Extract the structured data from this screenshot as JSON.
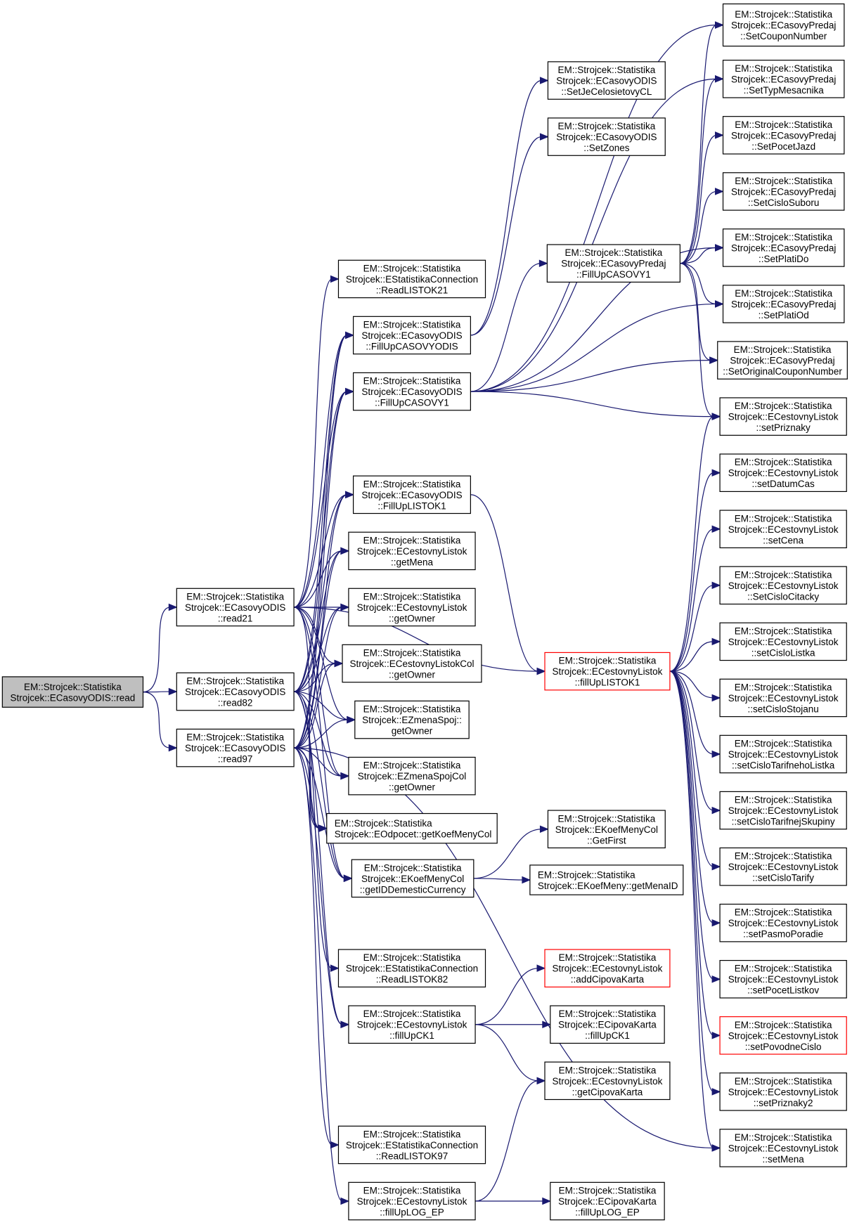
{
  "graph": {
    "type": "call-graph",
    "edge_color": "#191970",
    "highlight_border_color": "#ff0000",
    "root_fill_color": "#bfbfbf",
    "nodes": [
      {
        "id": "read",
        "lines": [
          "EM::Strojcek::Statistika",
          "Strojcek::ECasovyODIS::read"
        ],
        "style": "root"
      },
      {
        "id": "read21",
        "lines": [
          "EM::Strojcek::Statistika",
          "Strojcek::ECasovyODIS",
          "::read21"
        ]
      },
      {
        "id": "read82",
        "lines": [
          "EM::Strojcek::Statistika",
          "Strojcek::ECasovyODIS",
          "::read82"
        ]
      },
      {
        "id": "read97",
        "lines": [
          "EM::Strojcek::Statistika",
          "Strojcek::ECasovyODIS",
          "::read97"
        ]
      },
      {
        "id": "ReadLISTOK21",
        "lines": [
          "EM::Strojcek::Statistika",
          "Strojcek::EStatistikaConnection",
          "::ReadLISTOK21"
        ]
      },
      {
        "id": "FillUpCASOVYODIS",
        "lines": [
          "EM::Strojcek::Statistika",
          "Strojcek::ECasovyODIS",
          "::FillUpCASOVYODIS"
        ]
      },
      {
        "id": "FillUpCASOVY1_odis",
        "lines": [
          "EM::Strojcek::Statistika",
          "Strojcek::ECasovyODIS",
          "::FillUpCASOVY1"
        ]
      },
      {
        "id": "FillUpLISTOK1",
        "lines": [
          "EM::Strojcek::Statistika",
          "Strojcek::ECasovyODIS",
          "::FillUpLISTOK1"
        ]
      },
      {
        "id": "getMena",
        "lines": [
          "EM::Strojcek::Statistika",
          "Strojcek::ECestovnyListok",
          "::getMena"
        ]
      },
      {
        "id": "getOwner_cl",
        "lines": [
          "EM::Strojcek::Statistika",
          "Strojcek::ECestovnyListok",
          "::getOwner"
        ]
      },
      {
        "id": "getOwner_clcol",
        "lines": [
          "EM::Strojcek::Statistika",
          "Strojcek::ECestovnyListokCol",
          "::getOwner"
        ]
      },
      {
        "id": "getOwner_zs",
        "lines": [
          "EM::Strojcek::Statistika",
          "Strojcek::EZmenaSpoj::",
          "getOwner"
        ]
      },
      {
        "id": "getOwner_zscol",
        "lines": [
          "EM::Strojcek::Statistika",
          "Strojcek::EZmenaSpojCol",
          "::getOwner"
        ]
      },
      {
        "id": "getKoefMenyCol",
        "lines": [
          "EM::Strojcek::Statistika",
          "Strojcek::EOdpocet::getKoefMenyCol"
        ],
        "align": "left"
      },
      {
        "id": "getIDDemesticCurrency",
        "lines": [
          "EM::Strojcek::Statistika",
          "Strojcek::EKoefMenyCol",
          "::getIDDemesticCurrency"
        ]
      },
      {
        "id": "ReadLISTOK82",
        "lines": [
          "EM::Strojcek::Statistika",
          "Strojcek::EStatistikaConnection",
          "::ReadLISTOK82"
        ]
      },
      {
        "id": "fillUpCK1_cl",
        "lines": [
          "EM::Strojcek::Statistika",
          "Strojcek::ECestovnyListok",
          "::fillUpCK1"
        ]
      },
      {
        "id": "ReadLISTOK97",
        "lines": [
          "EM::Strojcek::Statistika",
          "Strojcek::EStatistikaConnection",
          "::ReadLISTOK97"
        ]
      },
      {
        "id": "fillUpLOG_EP_cl",
        "lines": [
          "EM::Strojcek::Statistika",
          "Strojcek::ECestovnyListok",
          "::fillUpLOG_EP"
        ]
      },
      {
        "id": "SetJeCelosietovyCL",
        "lines": [
          "EM::Strojcek::Statistika",
          "Strojcek::ECasovyODIS",
          "::SetJeCelosietovyCL"
        ]
      },
      {
        "id": "SetZones",
        "lines": [
          "EM::Strojcek::Statistika",
          "Strojcek::ECasovyODIS",
          "::SetZones"
        ]
      },
      {
        "id": "FillUpCASOVY1_predaj",
        "lines": [
          "EM::Strojcek::Statistika",
          "Strojcek::ECasovyPredaj",
          "::FillUpCASOVY1"
        ]
      },
      {
        "id": "fillUpLISTOK1",
        "lines": [
          "EM::Strojcek::Statistika",
          "Strojcek::ECestovnyListok",
          "::fillUpLISTOK1"
        ],
        "style": "red"
      },
      {
        "id": "GetFirst",
        "lines": [
          "EM::Strojcek::Statistika",
          "Strojcek::EKoefMenyCol",
          "::GetFirst"
        ]
      },
      {
        "id": "getMenaID",
        "lines": [
          "EM::Strojcek::Statistika",
          "Strojcek::EKoefMeny::getMenaID"
        ],
        "align": "left"
      },
      {
        "id": "addCipovaKarta",
        "lines": [
          "EM::Strojcek::Statistika",
          "Strojcek::ECestovnyListok",
          "::addCipovaKarta"
        ],
        "style": "red"
      },
      {
        "id": "fillUpCK1_ck",
        "lines": [
          "EM::Strojcek::Statistika",
          "Strojcek::ECipovaKarta",
          "::fillUpCK1"
        ]
      },
      {
        "id": "getCipovaKarta",
        "lines": [
          "EM::Strojcek::Statistika",
          "Strojcek::ECestovnyListok",
          "::getCipovaKarta"
        ]
      },
      {
        "id": "fillUpLOG_EP_ck",
        "lines": [
          "EM::Strojcek::Statistika",
          "Strojcek::ECipovaKarta",
          "::fillUpLOG_EP"
        ]
      },
      {
        "id": "SetCouponNumber",
        "lines": [
          "EM::Strojcek::Statistika",
          "Strojcek::ECasovyPredaj",
          "::SetCouponNumber"
        ]
      },
      {
        "id": "SetTypMesacnika",
        "lines": [
          "EM::Strojcek::Statistika",
          "Strojcek::ECasovyPredaj",
          "::SetTypMesacnika"
        ]
      },
      {
        "id": "SetPocetJazd",
        "lines": [
          "EM::Strojcek::Statistika",
          "Strojcek::ECasovyPredaj",
          "::SetPocetJazd"
        ]
      },
      {
        "id": "SetCisloSuboru",
        "lines": [
          "EM::Strojcek::Statistika",
          "Strojcek::ECasovyPredaj",
          "::SetCisloSuboru"
        ]
      },
      {
        "id": "SetPlatiDo",
        "lines": [
          "EM::Strojcek::Statistika",
          "Strojcek::ECasovyPredaj",
          "::SetPlatiDo"
        ]
      },
      {
        "id": "SetPlatiOd",
        "lines": [
          "EM::Strojcek::Statistika",
          "Strojcek::ECasovyPredaj",
          "::SetPlatiOd"
        ]
      },
      {
        "id": "SetOriginalCouponNumber",
        "lines": [
          "EM::Strojcek::Statistika",
          "Strojcek::ECasovyPredaj",
          "::SetOriginalCouponNumber"
        ]
      },
      {
        "id": "setPriznaky",
        "lines": [
          "EM::Strojcek::Statistika",
          "Strojcek::ECestovnyListok",
          "::setPriznaky"
        ]
      },
      {
        "id": "setDatumCas",
        "lines": [
          "EM::Strojcek::Statistika",
          "Strojcek::ECestovnyListok",
          "::setDatumCas"
        ]
      },
      {
        "id": "setCena",
        "lines": [
          "EM::Strojcek::Statistika",
          "Strojcek::ECestovnyListok",
          "::setCena"
        ]
      },
      {
        "id": "SetCisloCitacky",
        "lines": [
          "EM::Strojcek::Statistika",
          "Strojcek::ECestovnyListok",
          "::SetCisloCitacky"
        ]
      },
      {
        "id": "setCisloListka",
        "lines": [
          "EM::Strojcek::Statistika",
          "Strojcek::ECestovnyListok",
          "::setCisloListka"
        ]
      },
      {
        "id": "setCisloStojanu",
        "lines": [
          "EM::Strojcek::Statistika",
          "Strojcek::ECestovnyListok",
          "::setCisloStojanu"
        ]
      },
      {
        "id": "setCisloTarifnehoListka",
        "lines": [
          "EM::Strojcek::Statistika",
          "Strojcek::ECestovnyListok",
          "::setCisloTarifnehoListka"
        ]
      },
      {
        "id": "setCisloTarifnejSkupiny",
        "lines": [
          "EM::Strojcek::Statistika",
          "Strojcek::ECestovnyListok",
          "::setCisloTarifnejSkupiny"
        ]
      },
      {
        "id": "setCisloTarify",
        "lines": [
          "EM::Strojcek::Statistika",
          "Strojcek::ECestovnyListok",
          "::setCisloTarify"
        ]
      },
      {
        "id": "setPasmoPoradie",
        "lines": [
          "EM::Strojcek::Statistika",
          "Strojcek::ECestovnyListok",
          "::setPasmoPoradie"
        ]
      },
      {
        "id": "setPocetListkov",
        "lines": [
          "EM::Strojcek::Statistika",
          "Strojcek::ECestovnyListok",
          "::setPocetListkov"
        ]
      },
      {
        "id": "setPovodneCislo",
        "lines": [
          "EM::Strojcek::Statistika",
          "Strojcek::ECestovnyListok",
          "::setPovodneCislo"
        ],
        "style": "red"
      },
      {
        "id": "setPriznaky2",
        "lines": [
          "EM::Strojcek::Statistika",
          "Strojcek::ECestovnyListok",
          "::setPriznaky2"
        ]
      },
      {
        "id": "setMena",
        "lines": [
          "EM::Strojcek::Statistika",
          "Strojcek::ECestovnyListok",
          "::setMena"
        ]
      }
    ],
    "edges": [
      [
        "read",
        "read21"
      ],
      [
        "read",
        "read82"
      ],
      [
        "read",
        "read97"
      ],
      [
        "read21",
        "ReadLISTOK21"
      ],
      [
        "read21",
        "FillUpCASOVYODIS"
      ],
      [
        "read21",
        "FillUpCASOVY1_odis"
      ],
      [
        "read21",
        "FillUpLISTOK1"
      ],
      [
        "read21",
        "getMena"
      ],
      [
        "read21",
        "getOwner_cl"
      ],
      [
        "read21",
        "getOwner_clcol"
      ],
      [
        "read21",
        "getOwner_zs"
      ],
      [
        "read21",
        "getOwner_zscol"
      ],
      [
        "read21",
        "getKoefMenyCol"
      ],
      [
        "read21",
        "getIDDemesticCurrency"
      ],
      [
        "read21",
        "fillUpLISTOK1"
      ],
      [
        "read82",
        "FillUpCASOVYODIS"
      ],
      [
        "read82",
        "FillUpCASOVY1_odis"
      ],
      [
        "read82",
        "FillUpLISTOK1"
      ],
      [
        "read82",
        "getMena"
      ],
      [
        "read82",
        "getOwner_cl"
      ],
      [
        "read82",
        "getOwner_clcol"
      ],
      [
        "read82",
        "getOwner_zs"
      ],
      [
        "read82",
        "getOwner_zscol"
      ],
      [
        "read82",
        "getKoefMenyCol"
      ],
      [
        "read82",
        "getIDDemesticCurrency"
      ],
      [
        "read82",
        "ReadLISTOK82"
      ],
      [
        "read82",
        "fillUpCK1_cl"
      ],
      [
        "read97",
        "FillUpCASOVYODIS"
      ],
      [
        "read97",
        "FillUpCASOVY1_odis"
      ],
      [
        "read97",
        "FillUpLISTOK1"
      ],
      [
        "read97",
        "getMena"
      ],
      [
        "read97",
        "getOwner_cl"
      ],
      [
        "read97",
        "getOwner_clcol"
      ],
      [
        "read97",
        "getOwner_zs"
      ],
      [
        "read97",
        "getOwner_zscol"
      ],
      [
        "read97",
        "getKoefMenyCol"
      ],
      [
        "read97",
        "getIDDemesticCurrency"
      ],
      [
        "read97",
        "fillUpCK1_cl"
      ],
      [
        "read97",
        "ReadLISTOK97"
      ],
      [
        "read97",
        "fillUpLOG_EP_cl"
      ],
      [
        "read97",
        "setMena"
      ],
      [
        "FillUpCASOVYODIS",
        "SetJeCelosietovyCL"
      ],
      [
        "FillUpCASOVYODIS",
        "SetZones"
      ],
      [
        "FillUpCASOVY1_odis",
        "FillUpCASOVY1_predaj"
      ],
      [
        "FillUpCASOVY1_odis",
        "SetCouponNumber"
      ],
      [
        "FillUpCASOVY1_odis",
        "SetTypMesacnika"
      ],
      [
        "FillUpCASOVY1_odis",
        "SetPlatiDo"
      ],
      [
        "FillUpCASOVY1_odis",
        "SetPlatiOd"
      ],
      [
        "FillUpCASOVY1_odis",
        "SetOriginalCouponNumber"
      ],
      [
        "FillUpCASOVY1_odis",
        "setPriznaky"
      ],
      [
        "FillUpLISTOK1",
        "fillUpLISTOK1"
      ],
      [
        "FillUpCASOVY1_predaj",
        "SetCouponNumber"
      ],
      [
        "FillUpCASOVY1_predaj",
        "SetTypMesacnika"
      ],
      [
        "FillUpCASOVY1_predaj",
        "SetPocetJazd"
      ],
      [
        "FillUpCASOVY1_predaj",
        "SetCisloSuboru"
      ],
      [
        "FillUpCASOVY1_predaj",
        "SetPlatiDo"
      ],
      [
        "FillUpCASOVY1_predaj",
        "SetPlatiOd"
      ],
      [
        "FillUpCASOVY1_predaj",
        "SetOriginalCouponNumber"
      ],
      [
        "FillUpCASOVY1_predaj",
        "setPriznaky"
      ],
      [
        "fillUpLISTOK1",
        "setPriznaky"
      ],
      [
        "fillUpLISTOK1",
        "setDatumCas"
      ],
      [
        "fillUpLISTOK1",
        "setCena"
      ],
      [
        "fillUpLISTOK1",
        "SetCisloCitacky"
      ],
      [
        "fillUpLISTOK1",
        "setCisloListka"
      ],
      [
        "fillUpLISTOK1",
        "setCisloStojanu"
      ],
      [
        "fillUpLISTOK1",
        "setCisloTarifnehoListka"
      ],
      [
        "fillUpLISTOK1",
        "setCisloTarifnejSkupiny"
      ],
      [
        "fillUpLISTOK1",
        "setCisloTarify"
      ],
      [
        "fillUpLISTOK1",
        "setPasmoPoradie"
      ],
      [
        "fillUpLISTOK1",
        "setPocetListkov"
      ],
      [
        "fillUpLISTOK1",
        "setPovodneCislo"
      ],
      [
        "fillUpLISTOK1",
        "setPriznaky2"
      ],
      [
        "fillUpLISTOK1",
        "setMena"
      ],
      [
        "getIDDemesticCurrency",
        "GetFirst"
      ],
      [
        "getIDDemesticCurrency",
        "getMenaID"
      ],
      [
        "fillUpCK1_cl",
        "addCipovaKarta"
      ],
      [
        "fillUpCK1_cl",
        "fillUpCK1_ck"
      ],
      [
        "fillUpCK1_cl",
        "getCipovaKarta"
      ],
      [
        "fillUpLOG_EP_cl",
        "getCipovaKarta"
      ],
      [
        "fillUpLOG_EP_cl",
        "fillUpLOG_EP_ck"
      ]
    ]
  }
}
